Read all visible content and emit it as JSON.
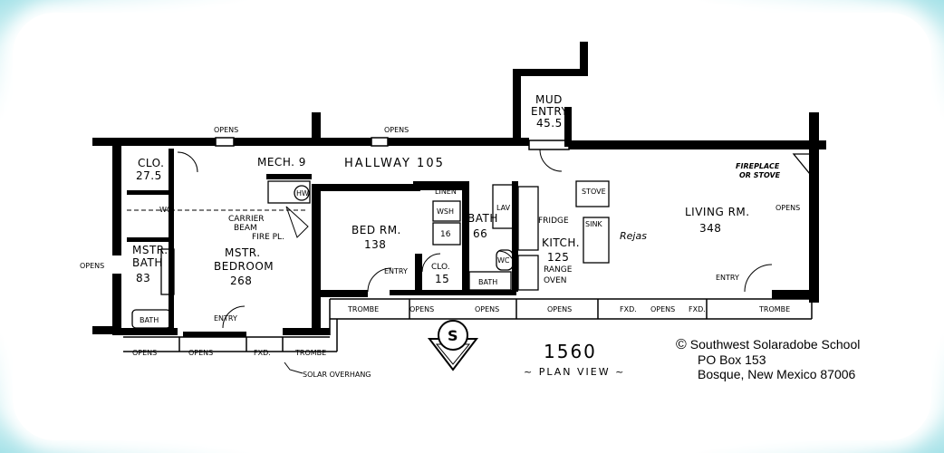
{
  "plan": {
    "number": "1560",
    "title": "~ PLAN VIEW ~",
    "compass": "S"
  },
  "credit": {
    "copyright_symbol": "©",
    "line1": "Southwest Solaradobe School",
    "line2": "PO Box 153",
    "line3": "Bosque, New Mexico 87006"
  },
  "rooms": {
    "clo_name": "CLO.",
    "clo_area": "27.5",
    "mech": "MECH. 9",
    "hallway": "HALLWAY 105",
    "mud_name1": "MUD",
    "mud_name2": "ENTRY",
    "mud_area": "45.5",
    "mstr_bath1": "MSTR.",
    "mstr_bath2": "BATH",
    "mstr_bath_area": "83",
    "mstr_bed1": "MSTR.",
    "mstr_bed2": "BEDROOM",
    "mstr_bed_area": "268",
    "bed_name": "BED RM.",
    "bed_area": "138",
    "bath_name": "BATH",
    "bath_area": "66",
    "clo2_name": "CLO.",
    "clo2_area": "15",
    "kitch_name": "KITCH.",
    "kitch_area": "125",
    "living_name": "LIVING RM.",
    "living_area": "348"
  },
  "fixtures": {
    "carrier1": "CARRIER",
    "carrier2": "BEAM",
    "fire_pl": "FIRE PL.",
    "fireplace1": "FIREPLACE",
    "fireplace2": "OR STOVE",
    "fridge": "FRIDGE",
    "sink": "SINK",
    "stove": "STOVE",
    "range1": "RANGE",
    "range2": "OVEN",
    "rejas": "Rejas",
    "wsh": "WSH",
    "linen": "LINEN",
    "lav": "LAV",
    "wc": "WC",
    "bath_tub": "BATH",
    "hw": "HW",
    "tub16": "16"
  },
  "annotations": {
    "opens": "OPENS",
    "entry": "ENTRY",
    "fxd": "FXD.",
    "trombe": "TROMBE",
    "solar": "SOLAR OVERHANG"
  }
}
